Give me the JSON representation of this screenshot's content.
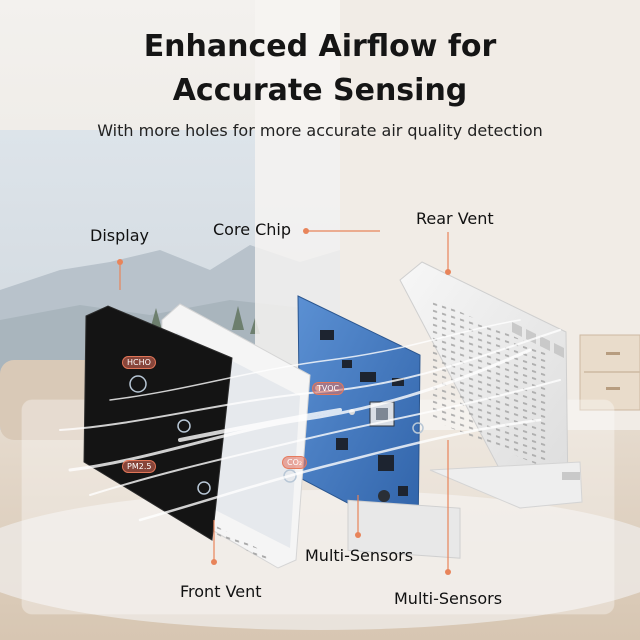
{
  "headline": {
    "line1": "Enhanced Airflow for",
    "line2": "Accurate Sensing"
  },
  "subtitle": "With more holes for more accurate air quality detection",
  "callouts": {
    "display": "Display",
    "core_chip": "Core Chip",
    "rear_vent": "Rear Vent",
    "front_vent": "Front Vent",
    "multi_sensors_1": "Multi-Sensors",
    "multi_sensors_2": "Multi-Sensors"
  },
  "sensor_chips": {
    "hcho": "HCHO",
    "pm25": "PM2.5",
    "tvoc": "TVOC",
    "co2": "CO₂"
  },
  "colors": {
    "accent": "#e8845a",
    "board_blue": "#3f78c0",
    "text": "#151515"
  }
}
